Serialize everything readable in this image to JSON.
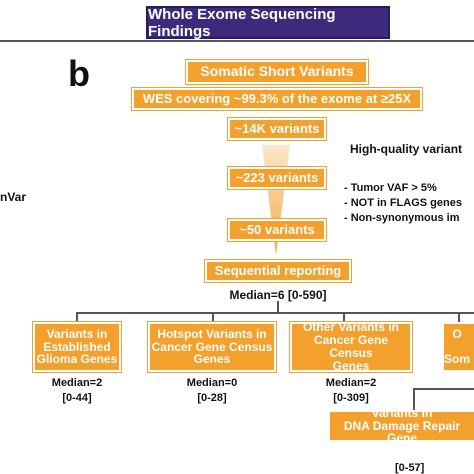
{
  "header": {
    "title": "Whole Exome Sequencing Findings"
  },
  "panel_label": "b",
  "flow": {
    "section": "Somatic Short Variants",
    "coverage": "WES covering ~99.3% of the exome at ≥25X",
    "steps": [
      "~14K variants",
      "~223 variants",
      "~50 variants"
    ],
    "reporting": "Sequential reporting",
    "reporting_median": "Median=6 [0-590]"
  },
  "filters": {
    "title": "High-quality variant",
    "items": [
      "- Tumor VAF > 5%",
      "- NOT in FLAGS genes",
      "- Non-synonymous im"
    ]
  },
  "left_cut_text": "nVar",
  "categories": [
    {
      "label": "Variants in\nEstablished\nGlioma Genes",
      "median": "Median=2",
      "range": "[0-44]"
    },
    {
      "label": "Hotspot Variants in\nCancer Gene Census\nGenes",
      "median": "Median=0",
      "range": "[0-28]"
    },
    {
      "label": "Other Variants in\nCancer Gene Census\nGenes",
      "median": "Median=2",
      "range": "[0-309]"
    },
    {
      "label": "O\n\nSom"
    }
  ],
  "dna_repair": {
    "label": "Variants in\nDNA Damage Repair Gene",
    "range": "[0-57]"
  },
  "colors": {
    "purple": "#3d2a7c",
    "orange": "#f3a02c",
    "line": "#555555"
  }
}
